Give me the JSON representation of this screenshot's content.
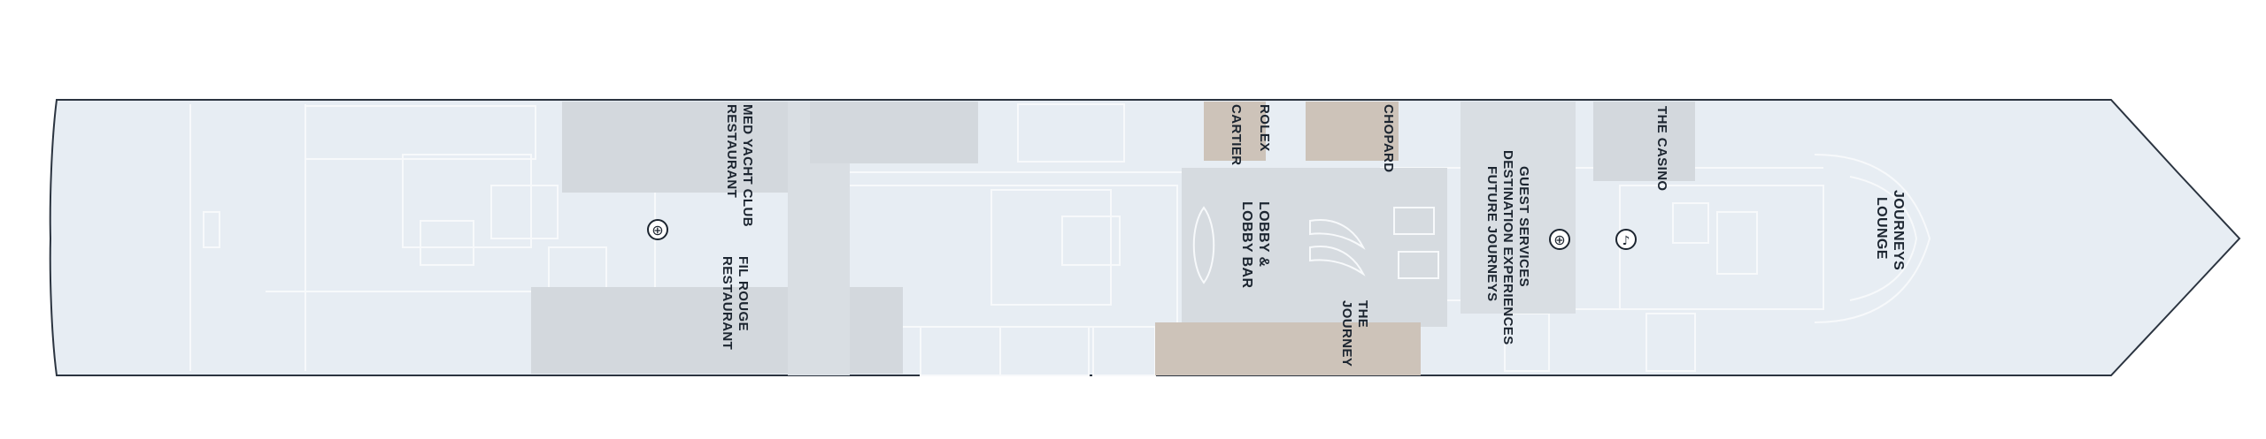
{
  "deck_plan": {
    "colors": {
      "hull_fill": "#e7edf3",
      "hull_stroke": "#2b3440",
      "venue_grey": "#d3d8dd",
      "venue_mid": "#c9ced3",
      "retail_tan": "#cdc3b9",
      "line": "#f7f9fb",
      "label": "#1c2530"
    },
    "labels": {
      "med_yacht_club": [
        "MED YACHT CLUB",
        "RESTAURANT"
      ],
      "fil_rouge": [
        "FIL ROUGE",
        "RESTAURANT"
      ],
      "rolex": "ROLEX",
      "cartier": "CARTIER",
      "lobby": [
        "LOBBY &",
        "LOBBY BAR"
      ],
      "chopard": "CHOPARD",
      "the_journey": [
        "THE",
        "JOURNEY"
      ],
      "guest_services": [
        "GUEST SERVICES",
        "DESTINATION EXPERIENCES",
        "FUTURE JOURNEYS"
      ],
      "the_casino": "THE CASINO",
      "journeys_lounge": [
        "JOURNEYS",
        "LOUNGE"
      ]
    },
    "icons": [
      {
        "name": "elevator-icon",
        "symbol": "⊕"
      },
      {
        "name": "elevator-icon",
        "symbol": "⊕"
      },
      {
        "name": "casino-icon",
        "symbol": "♪"
      }
    ]
  }
}
